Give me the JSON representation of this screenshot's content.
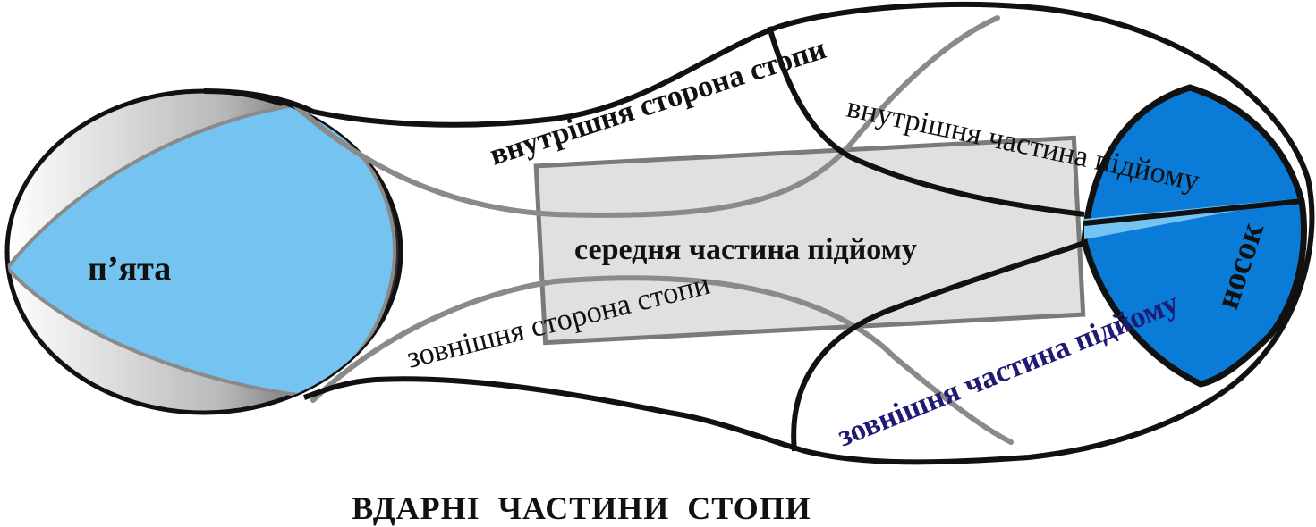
{
  "labels": {
    "heel": "п’ята",
    "inner_side": "внутрішня  сторона  стопи",
    "inner_instep": "внутрішня частина підйому",
    "middle_instep": "середня частина підйому",
    "outer_side": "зовнішня сторона  стопи",
    "outer_instep": "зовнішня частина підйому",
    "toe": "носок"
  },
  "caption": "ВДАРНІ  ЧАСТИНИ  СТОПИ",
  "colors": {
    "heel_fill": "#74c3f0",
    "toe_fill": "#0a7bd6",
    "instep_box": "#e0e0e0",
    "guide_lines": "#8a8a8a",
    "outline": "#111111",
    "outer_instep_text": "#1f1a73"
  }
}
